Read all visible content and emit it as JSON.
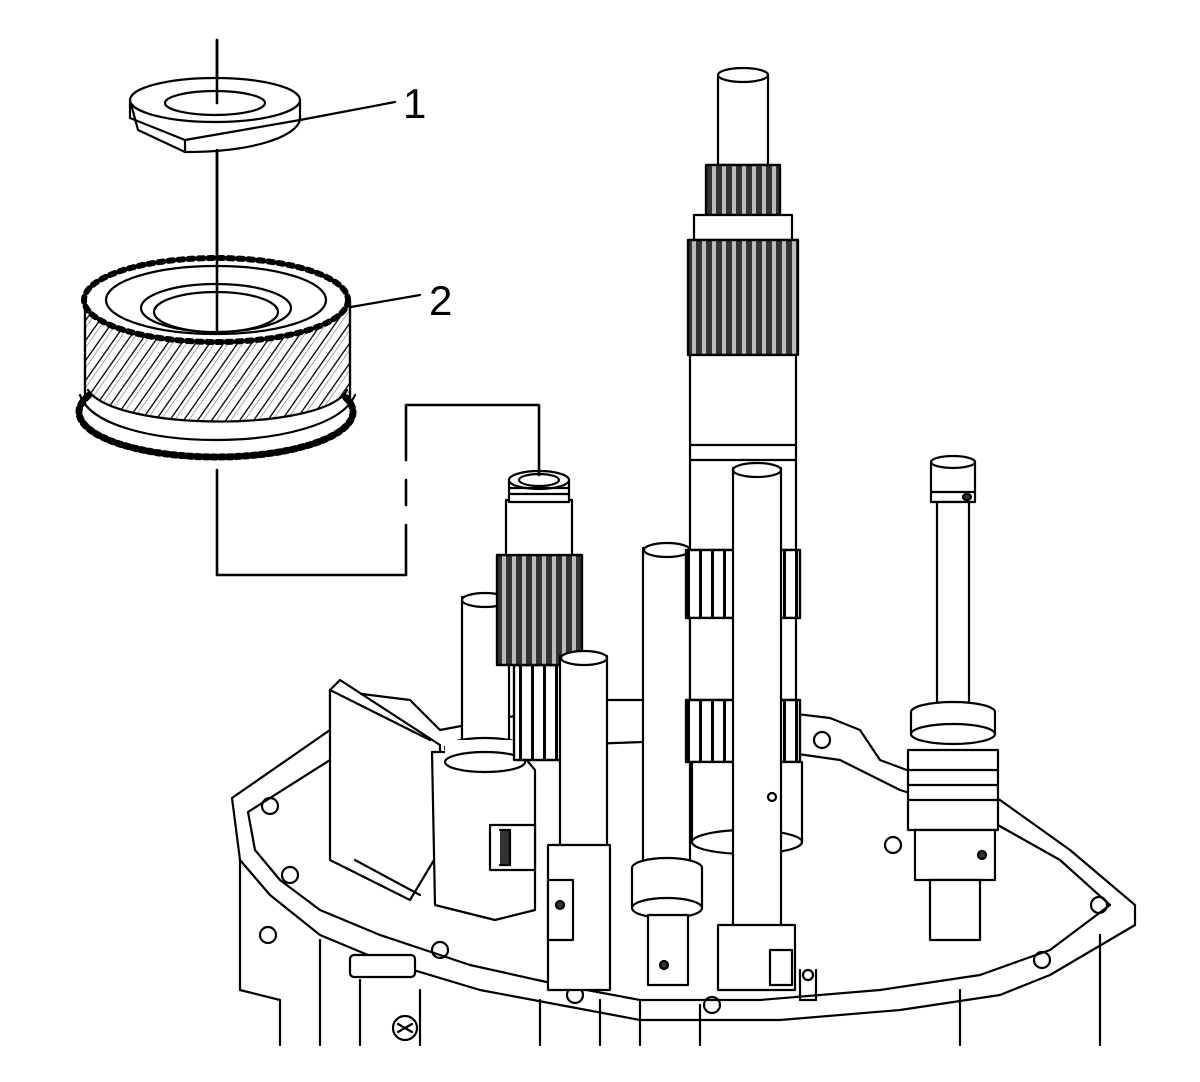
{
  "callouts": [
    {
      "id": "1",
      "label": "1"
    },
    {
      "id": "2",
      "label": "2"
    }
  ],
  "colors": {
    "line": "#000000",
    "fill": "#ffffff",
    "shade": "#d9d9d9",
    "dark_shade": "#8c8c8c"
  }
}
